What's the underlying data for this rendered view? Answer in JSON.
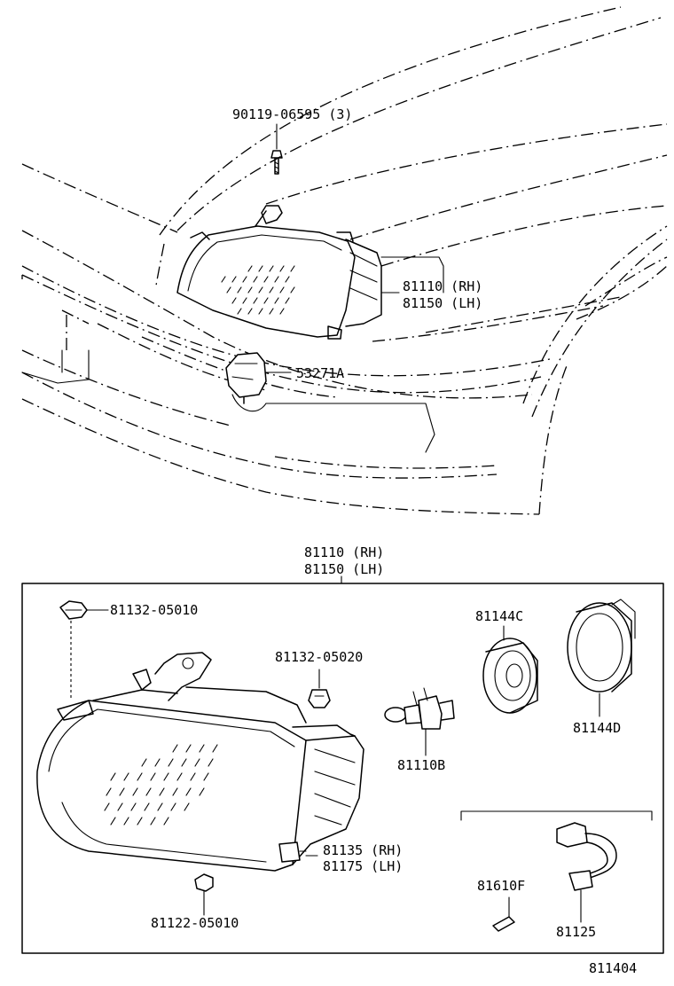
{
  "labels": {
    "bolt": "90119-06595 (3)",
    "upper_assy_rh": "81110 (RH)",
    "upper_assy_lh": "81150 (LH)",
    "bracket": "53271A",
    "box_title_rh": "81110 (RH)",
    "box_title_lh": "81150 (LH)",
    "clip_top": "81132-05010",
    "clip_mid": "81132-05020",
    "socket_cover": "81144C",
    "retainer_ring": "81144D",
    "bulb": "81110B",
    "bracket_rh": "81135 (RH)",
    "bracket_lh": "81175 (LH)",
    "clip_bottom": "81122-05010",
    "small_bulb": "81610F",
    "socket_harness": "81125",
    "diagram_number": "811404"
  }
}
